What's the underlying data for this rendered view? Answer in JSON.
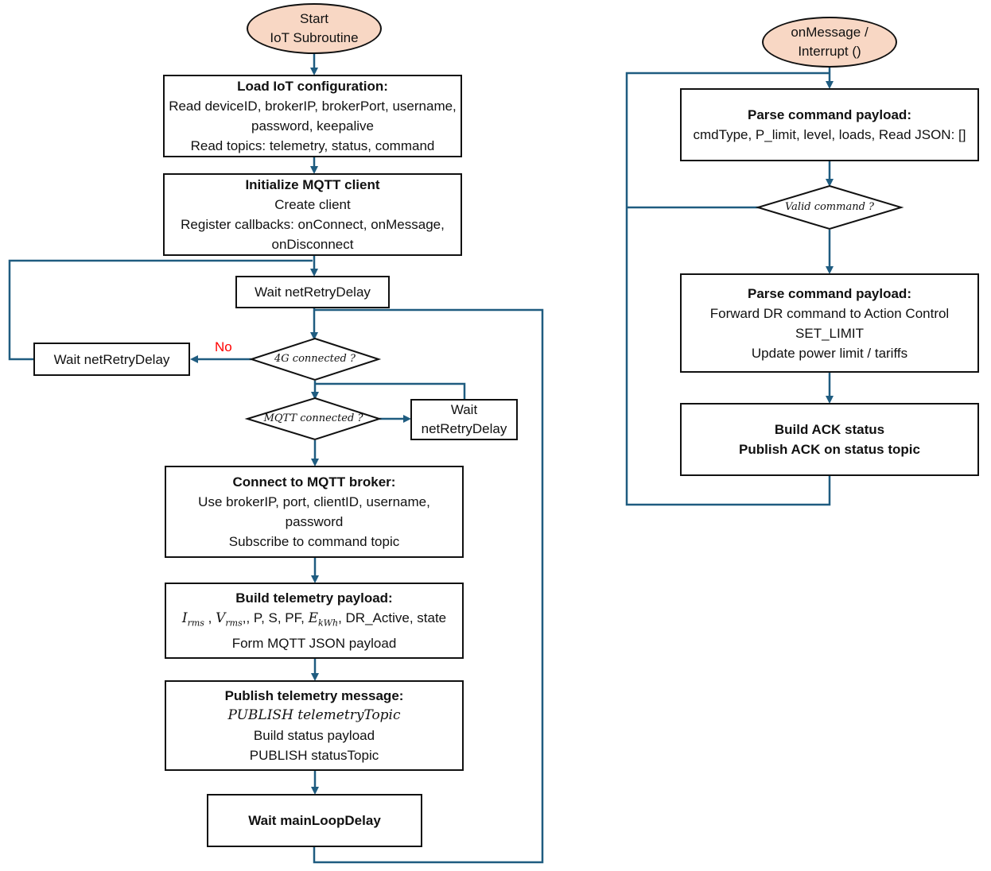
{
  "colors": {
    "connector": "#1f5c80",
    "terminal_fill": "#f8d7c4",
    "no_label": "#ff0000"
  },
  "left": {
    "start": {
      "line1": "Start",
      "line2": "IoT Subroutine"
    },
    "load_config": {
      "title": "Load IoT configuration:",
      "lines": [
        "Read deviceID, brokerIP, brokerPort, username,",
        "password, keepalive",
        "Read topics: telemetry, status, command"
      ]
    },
    "init_mqtt": {
      "title": "Initialize MQTT client",
      "lines": [
        "Create client",
        "Register callbacks: onConnect, onMessage,",
        "onDisconnect"
      ]
    },
    "wait_top": "Wait netRetryDelay",
    "wait_left": "Wait netRetryDelay",
    "no_label": "No",
    "dec_4g": "4G connected ?",
    "dec_mqtt": "MQTT connected ?",
    "wait_right": {
      "line1": "Wait",
      "line2": "netRetryDelay"
    },
    "connect_broker": {
      "title": "Connect to MQTT broker:",
      "lines": [
        "Use brokerIP, port, clientID, username,",
        "password",
        "Subscribe to command topic"
      ]
    },
    "build_telemetry": {
      "title": "Build telemetry payload:",
      "math": {
        "i": "I",
        "i_sub": "rms",
        "v": "V",
        "v_sub": "rms",
        "e": "E",
        "e_sub": "kWh"
      },
      "line1_mid": ", P, S, PF, ",
      "line1_end": ", DR_Active, state",
      "line2": "Form MQTT JSON payload"
    },
    "publish_telemetry": {
      "title": "Publish telemetry message:",
      "math_line": "PUBLISH telemetryTopic",
      "lines": [
        "Build status payload",
        "PUBLISH statusTopic"
      ]
    },
    "wait_main": "Wait mainLoopDelay"
  },
  "right": {
    "start": {
      "line1": "onMessage /",
      "line2": "Interrupt ()"
    },
    "parse1": {
      "title": "Parse command payload:",
      "lines": [
        "cmdType, P_limit, level, loads, Read JSON: []"
      ]
    },
    "dec_valid": "Valid command ?",
    "parse2": {
      "title": "Parse command payload:",
      "lines": [
        "Forward DR command to Action Control",
        "SET_LIMIT",
        "Update power limit / tariffs"
      ]
    },
    "ack": {
      "line1": "Build ACK status",
      "line2": "Publish ACK on status topic"
    }
  }
}
